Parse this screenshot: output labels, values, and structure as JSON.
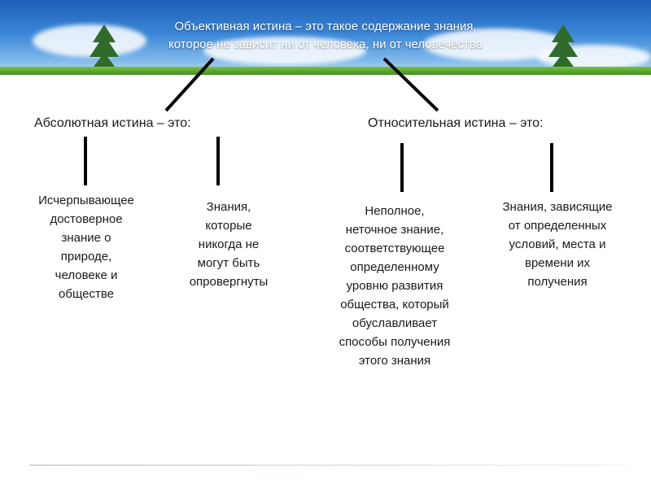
{
  "banner": {
    "title_lines": [
      "Объективная истина – это такое содержание знания,",
      "которое не зависит ни от человека, ни от человечества"
    ]
  },
  "absolute": {
    "heading": "Абсолютная истина – это:",
    "left_box_lines": [
      "Исчерпывающее",
      "достоверное",
      "знание о",
      "природе,",
      "человеке и",
      "обществе"
    ],
    "right_box_lines": [
      "Знания,",
      "которые",
      "никогда не",
      "могут быть",
      "опровергнуты"
    ]
  },
  "relative": {
    "heading": "Относительная истина – это:",
    "left_box_lines": [
      "Неполное,",
      "неточное знание,",
      "соответствующее",
      "определенному",
      "уровню развития",
      "общества, который",
      "обуславливает",
      "способы получения",
      "этого знания"
    ],
    "right_box_lines": [
      "Знания, зависящие",
      "от определенных",
      "условий, места и",
      "времени их",
      "получения"
    ]
  },
  "colors": {
    "banner_top": "#1d5fb8",
    "banner_bottom": "#b9dcf6",
    "grass": "#3f8e1f",
    "text": "#1a1a1a",
    "lines": "#000000"
  }
}
